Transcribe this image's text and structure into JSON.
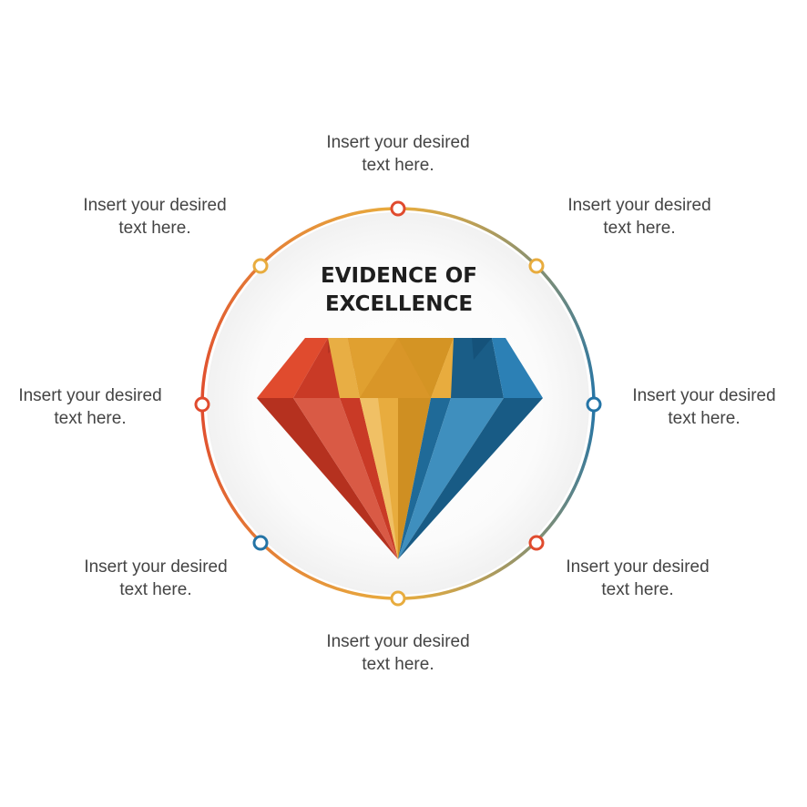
{
  "title": {
    "line1": "EVIDENCE OF",
    "line2": "EXCELLENCE"
  },
  "colors": {
    "red": "#e04b2e",
    "orange": "#e8ac3e",
    "blue": "#2474a6",
    "text": "#444444",
    "title": "#1e1e1e"
  },
  "labels": [
    {
      "line1": "Insert your desired",
      "line2": "text here."
    },
    {
      "line1": "Insert your desired",
      "line2": "text here."
    },
    {
      "line1": "Insert your desired",
      "line2": "text here."
    },
    {
      "line1": "Insert your desired",
      "line2": "text here."
    },
    {
      "line1": "Insert your desired",
      "line2": "text here."
    },
    {
      "line1": "Insert your desired",
      "line2": "text here."
    },
    {
      "line1": "Insert your desired",
      "line2": "text here."
    },
    {
      "line1": "Insert your desired",
      "line2": "text here."
    }
  ]
}
